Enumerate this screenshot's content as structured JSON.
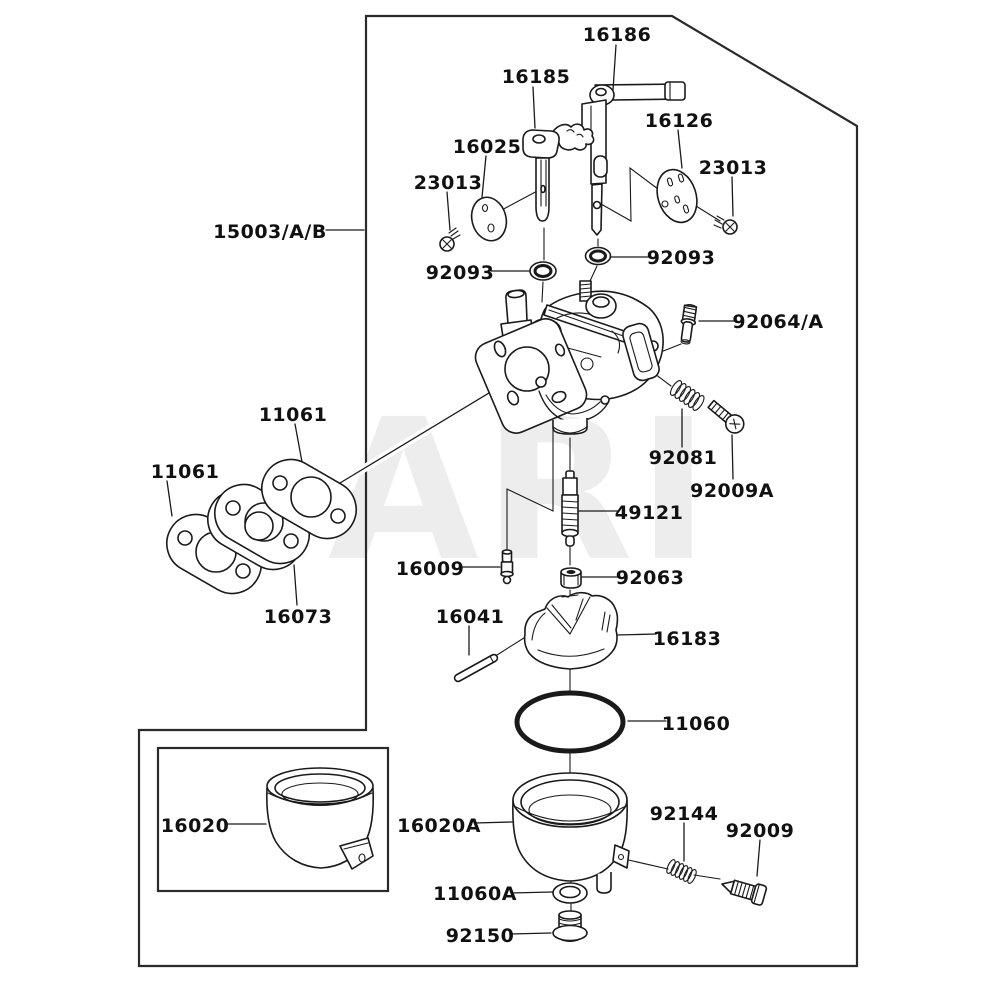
{
  "background_color": "#ffffff",
  "line_color": "#1a1a1a",
  "watermark": {
    "text": "ARI",
    "color": "#ededed"
  },
  "part_labels": [
    {
      "text": "16186"
    },
    {
      "text": "16185"
    },
    {
      "text": "16025"
    },
    {
      "text": "23013"
    },
    {
      "text": "16126"
    },
    {
      "text": "23013"
    },
    {
      "text": "15003/A/B"
    },
    {
      "text": "92093"
    },
    {
      "text": "92093"
    },
    {
      "text": "92064/A"
    },
    {
      "text": "92081"
    },
    {
      "text": "92009A"
    },
    {
      "text": "49121"
    },
    {
      "text": "16009"
    },
    {
      "text": "92063"
    },
    {
      "text": "11061"
    },
    {
      "text": "11061"
    },
    {
      "text": "16073"
    },
    {
      "text": "16041"
    },
    {
      "text": "16183"
    },
    {
      "text": "11060"
    },
    {
      "text": "16020"
    },
    {
      "text": "16020A"
    },
    {
      "text": "92144"
    },
    {
      "text": "92009"
    },
    {
      "text": "11060A"
    },
    {
      "text": "92150"
    }
  ]
}
